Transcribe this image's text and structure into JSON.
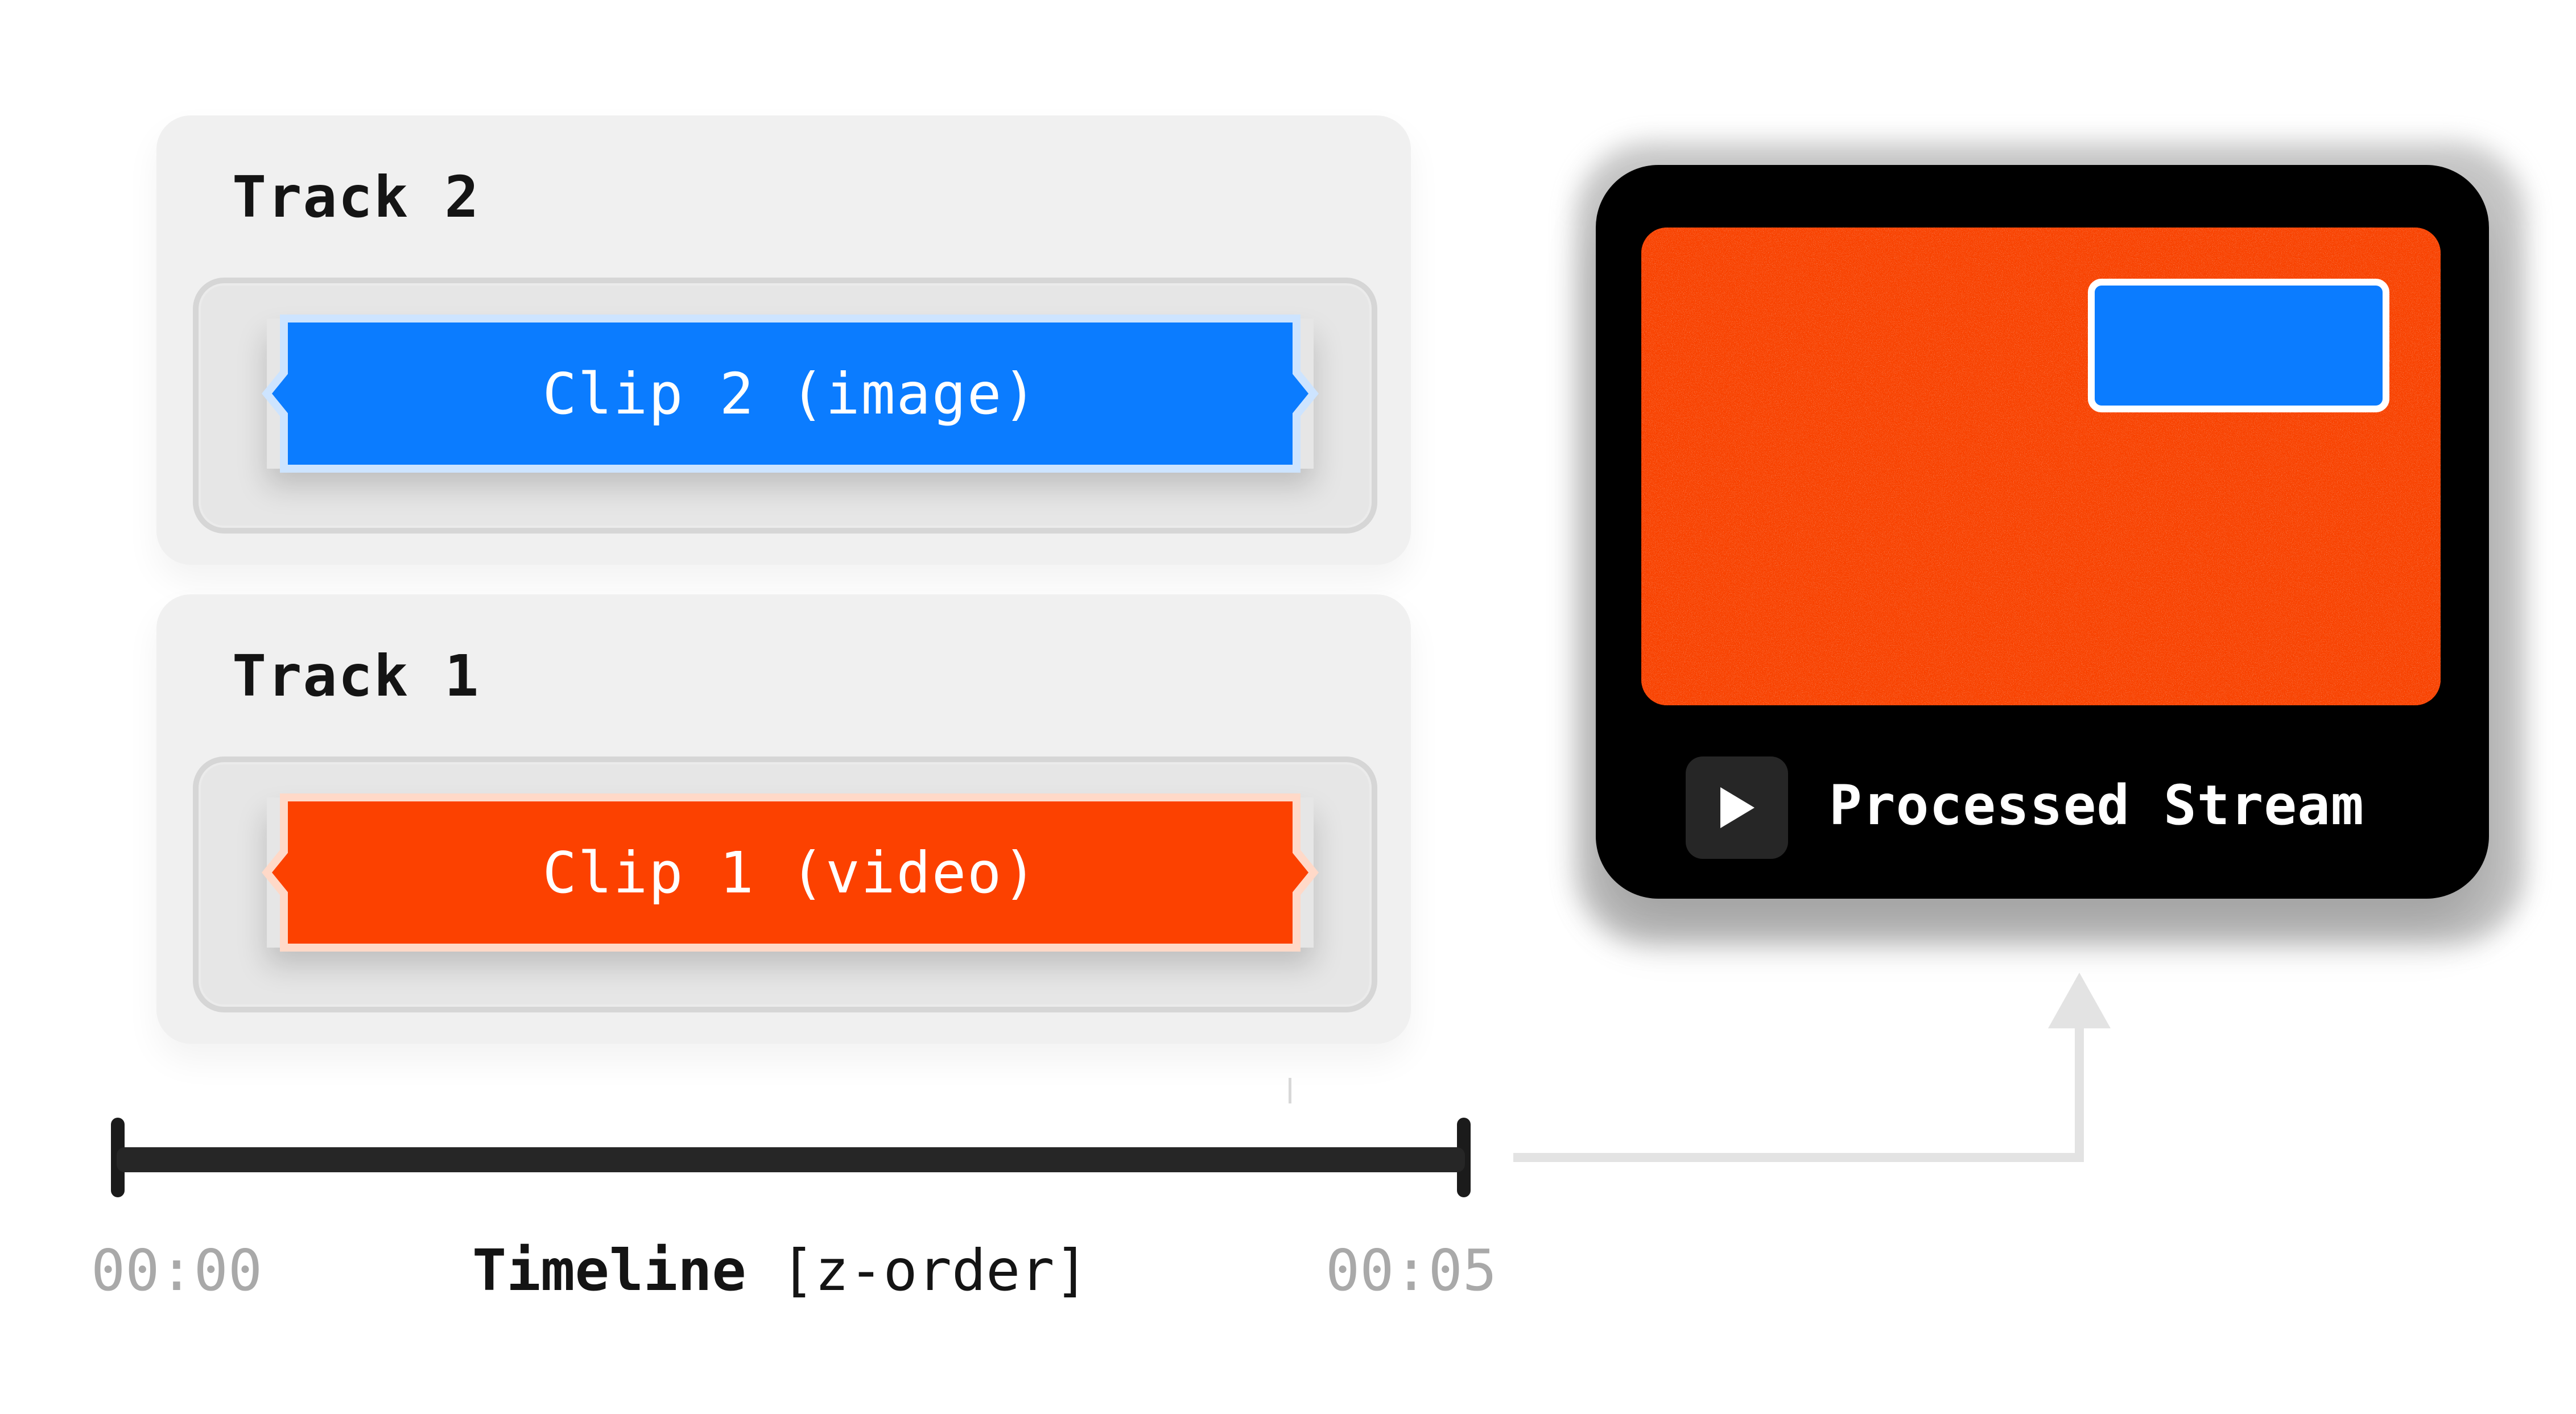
{
  "tracks": [
    {
      "label": "Track 2",
      "clip_label": "Clip 2 (image)",
      "clip_color": "#0b7cff"
    },
    {
      "label": "Track 1",
      "clip_label": "Clip 1 (video)",
      "clip_color": "#fc4100"
    }
  ],
  "timeline": {
    "start": "00:00",
    "end": "00:05",
    "title_bold": "Timeline",
    "title_suffix": "[z-order]"
  },
  "player": {
    "label": "Processed Stream",
    "icon": "play-icon",
    "screen_color": "#f84200",
    "overlay_color": "#0b7cff"
  }
}
